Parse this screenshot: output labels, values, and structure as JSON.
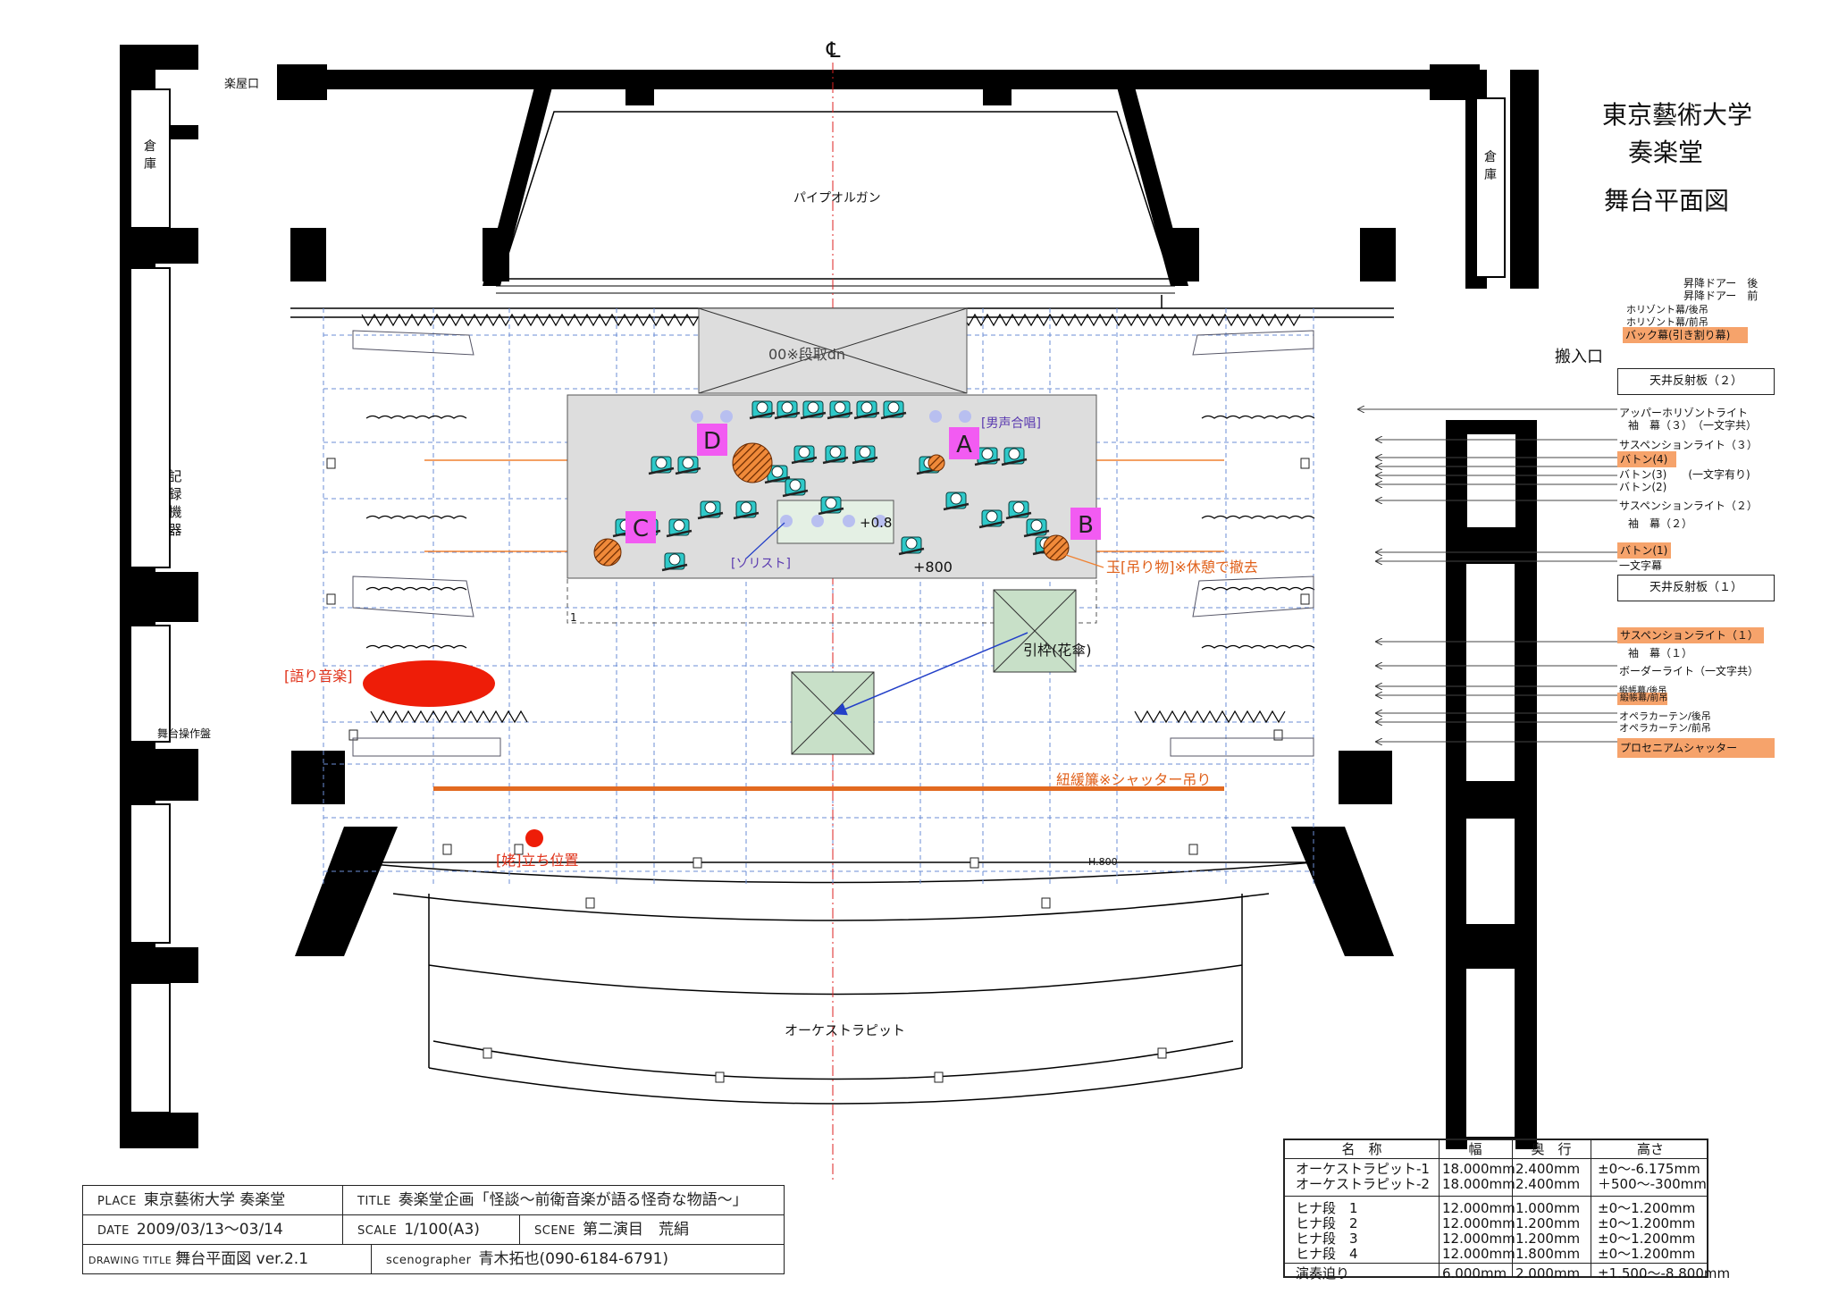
{
  "title_main": [
    "東京藝術大学",
    "奏楽堂",
    "舞台平面図"
  ],
  "rooms": {
    "gakuya_guchi": "楽屋口",
    "souko_left": "倉庫",
    "souko_right": "倉庫",
    "kiroku_kiki": "記録機器",
    "butai_sousaban": "舞台操作盤",
    "hannyuguchi": "搬入口",
    "pipe_organ": "パイプオルガン",
    "orchestra_pit": "オーケストラピット",
    "centerline": "℄"
  },
  "stage": {
    "markers": [
      "A",
      "B",
      "C",
      "D"
    ],
    "danseigassho": "[男声合唱]",
    "soloist": "[ソリスト]",
    "plus08": "+0.8",
    "plus800": "+800",
    "organ_note": "00※段取dn",
    "h800": "H.800",
    "number1": "1",
    "tama": "玉[吊り物]※休憩で撤去",
    "hikiwaku": "引枠(花傘)",
    "katari": "[語り音楽]",
    "uba": "[姥]立ち位置",
    "kōmi": "紐緩簾※シャッター吊り"
  },
  "right_labels": {
    "door_back": "昇降ドアー　後",
    "door_front": "昇降ドアー　前",
    "horizont_back": "ホリゾント幕/後吊",
    "horizont_front": "ホリゾント幕/前吊",
    "back_curtain": "バック幕(引き割り幕)",
    "ceiling2": "天井反射板（２）",
    "upper_horizont": "アッパーホリゾントライト",
    "sodemaku3": "袖　幕（３）　（一文字共）",
    "susp3": "サスペンションライト（３）",
    "baton4": "バトン(4)",
    "baton3": "バトン(3)　　(一文字有り)",
    "baton2": "バトン(2)",
    "susp2": "サスペンションライト（２）",
    "sodemaku2": "袖　幕（２）",
    "baton1": "バトン(1)",
    "ichimonji": "一文字幕",
    "ceiling1": "天井反射板（１）",
    "susp1": "サスペンションライト（１）",
    "sodemaku1": "袖　幕（１）",
    "border": "ボーダーライト（一文字共）",
    "donchou_back": "緞帳幕/後吊",
    "donchou_front": "緞帳幕/前吊",
    "opera_back": "オペラカーテン/後吊",
    "opera_front": "オペラカーテン/前吊",
    "proscenium": "プロセニアムシャッター"
  },
  "title_block": {
    "place_label": "PLACE",
    "place": "東京藝術大学 奏楽堂",
    "title_label": "TITLE",
    "title": "奏楽堂企画「怪談～前衛音楽が語る怪奇な物語～」",
    "date_label": "DATE",
    "date": "2009/03/13～03/14",
    "scale_label": "SCALE",
    "scale": "1/100(A3)",
    "scene_label": "SCENE",
    "scene": "第二演目　荒絹",
    "drawing_label": "DRAWING TITLE",
    "drawing": "舞台平面図 ver.2.1",
    "designer_label": "scenographer",
    "designer": "青木拓也(090-6184-6791)"
  },
  "spec_table": {
    "headers": [
      "名　称",
      "幅",
      "奥　行",
      "高さ"
    ],
    "rows": [
      [
        "オーケストラピット-1",
        "18.000mm",
        "2.400mm",
        "±0～-6.175mm"
      ],
      [
        "オーケストラピット-2",
        "18.000mm",
        "2.400mm",
        "＋500～-300mm"
      ],
      [
        "ヒナ段　1",
        "12.000mm",
        "1.000mm",
        "±0～1.200mm"
      ],
      [
        "ヒナ段　2",
        "12.000mm",
        "1.200mm",
        "±0～1.200mm"
      ],
      [
        "ヒナ段　3",
        "12.000mm",
        "1.200mm",
        "±0～1.200mm"
      ],
      [
        "ヒナ段　4",
        "12.000mm",
        "1.800mm",
        "±0～1.200mm"
      ],
      [
        "演奏迫り",
        "6.000mm",
        "2.000mm",
        "±1.500～-8.800mm"
      ]
    ]
  }
}
